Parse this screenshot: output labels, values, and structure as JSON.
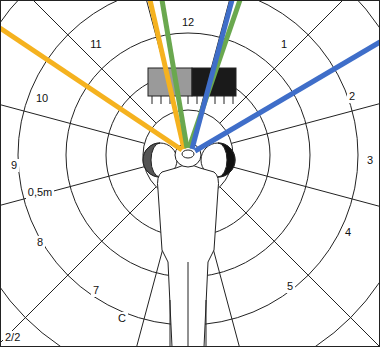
{
  "diagram": {
    "labels": [
      "12",
      "1",
      "2",
      "3",
      "4",
      "5",
      "7",
      "8",
      "9",
      "10",
      "11",
      "0,5m",
      "C",
      "2/2"
    ]
  }
}
